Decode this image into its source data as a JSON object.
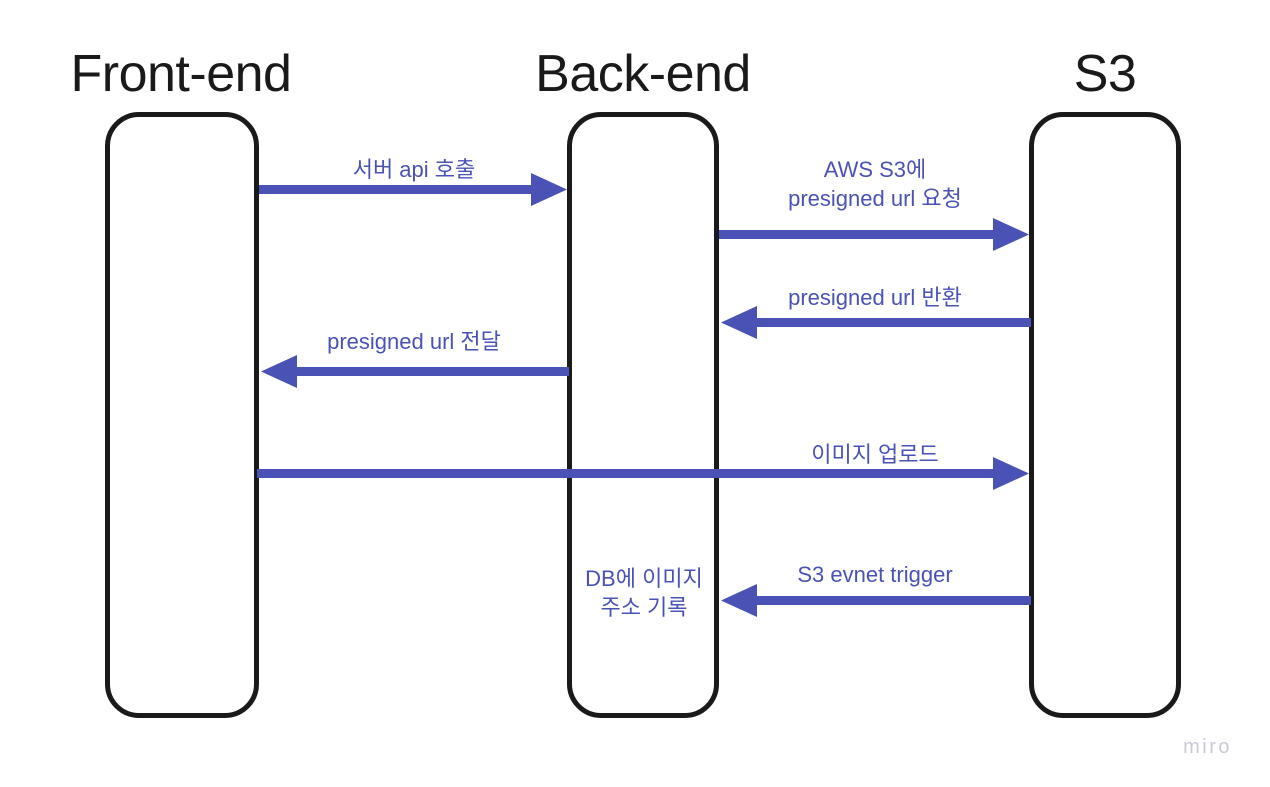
{
  "diagram": {
    "type": "sequence-diagram",
    "title_color": "#1a1a1a",
    "accent_color": "#4a52b5",
    "background_color": "#ffffff",
    "lifelines": [
      {
        "id": "front-end",
        "label": "Front-end"
      },
      {
        "id": "back-end",
        "label": "Back-end"
      },
      {
        "id": "s3",
        "label": "S3"
      }
    ],
    "messages": [
      {
        "id": "server-api-call",
        "label": "서버 api 호출",
        "from": "Front-end",
        "to": "Back-end",
        "direction": "right"
      },
      {
        "id": "request-presigned-url",
        "label": "AWS S3에\npresigned url 요청",
        "from": "Back-end",
        "to": "S3",
        "direction": "right"
      },
      {
        "id": "return-presigned-url",
        "label": "presigned url 반환",
        "from": "S3",
        "to": "Back-end",
        "direction": "left"
      },
      {
        "id": "deliver-presigned-url",
        "label": "presigned url 전달",
        "from": "Back-end",
        "to": "Front-end",
        "direction": "left"
      },
      {
        "id": "image-upload",
        "label": "이미지 업로드",
        "from": "Front-end",
        "to": "S3",
        "direction": "right"
      },
      {
        "id": "s3-event-trigger",
        "label": "S3 evnet trigger",
        "from": "S3",
        "to": "Back-end",
        "direction": "left"
      },
      {
        "id": "record-image-address",
        "label": "DB에 이미지\n주소 기록",
        "from": "Back-end",
        "to": "Back-end",
        "direction": "note"
      }
    ]
  },
  "watermark": {
    "label": "miro"
  }
}
